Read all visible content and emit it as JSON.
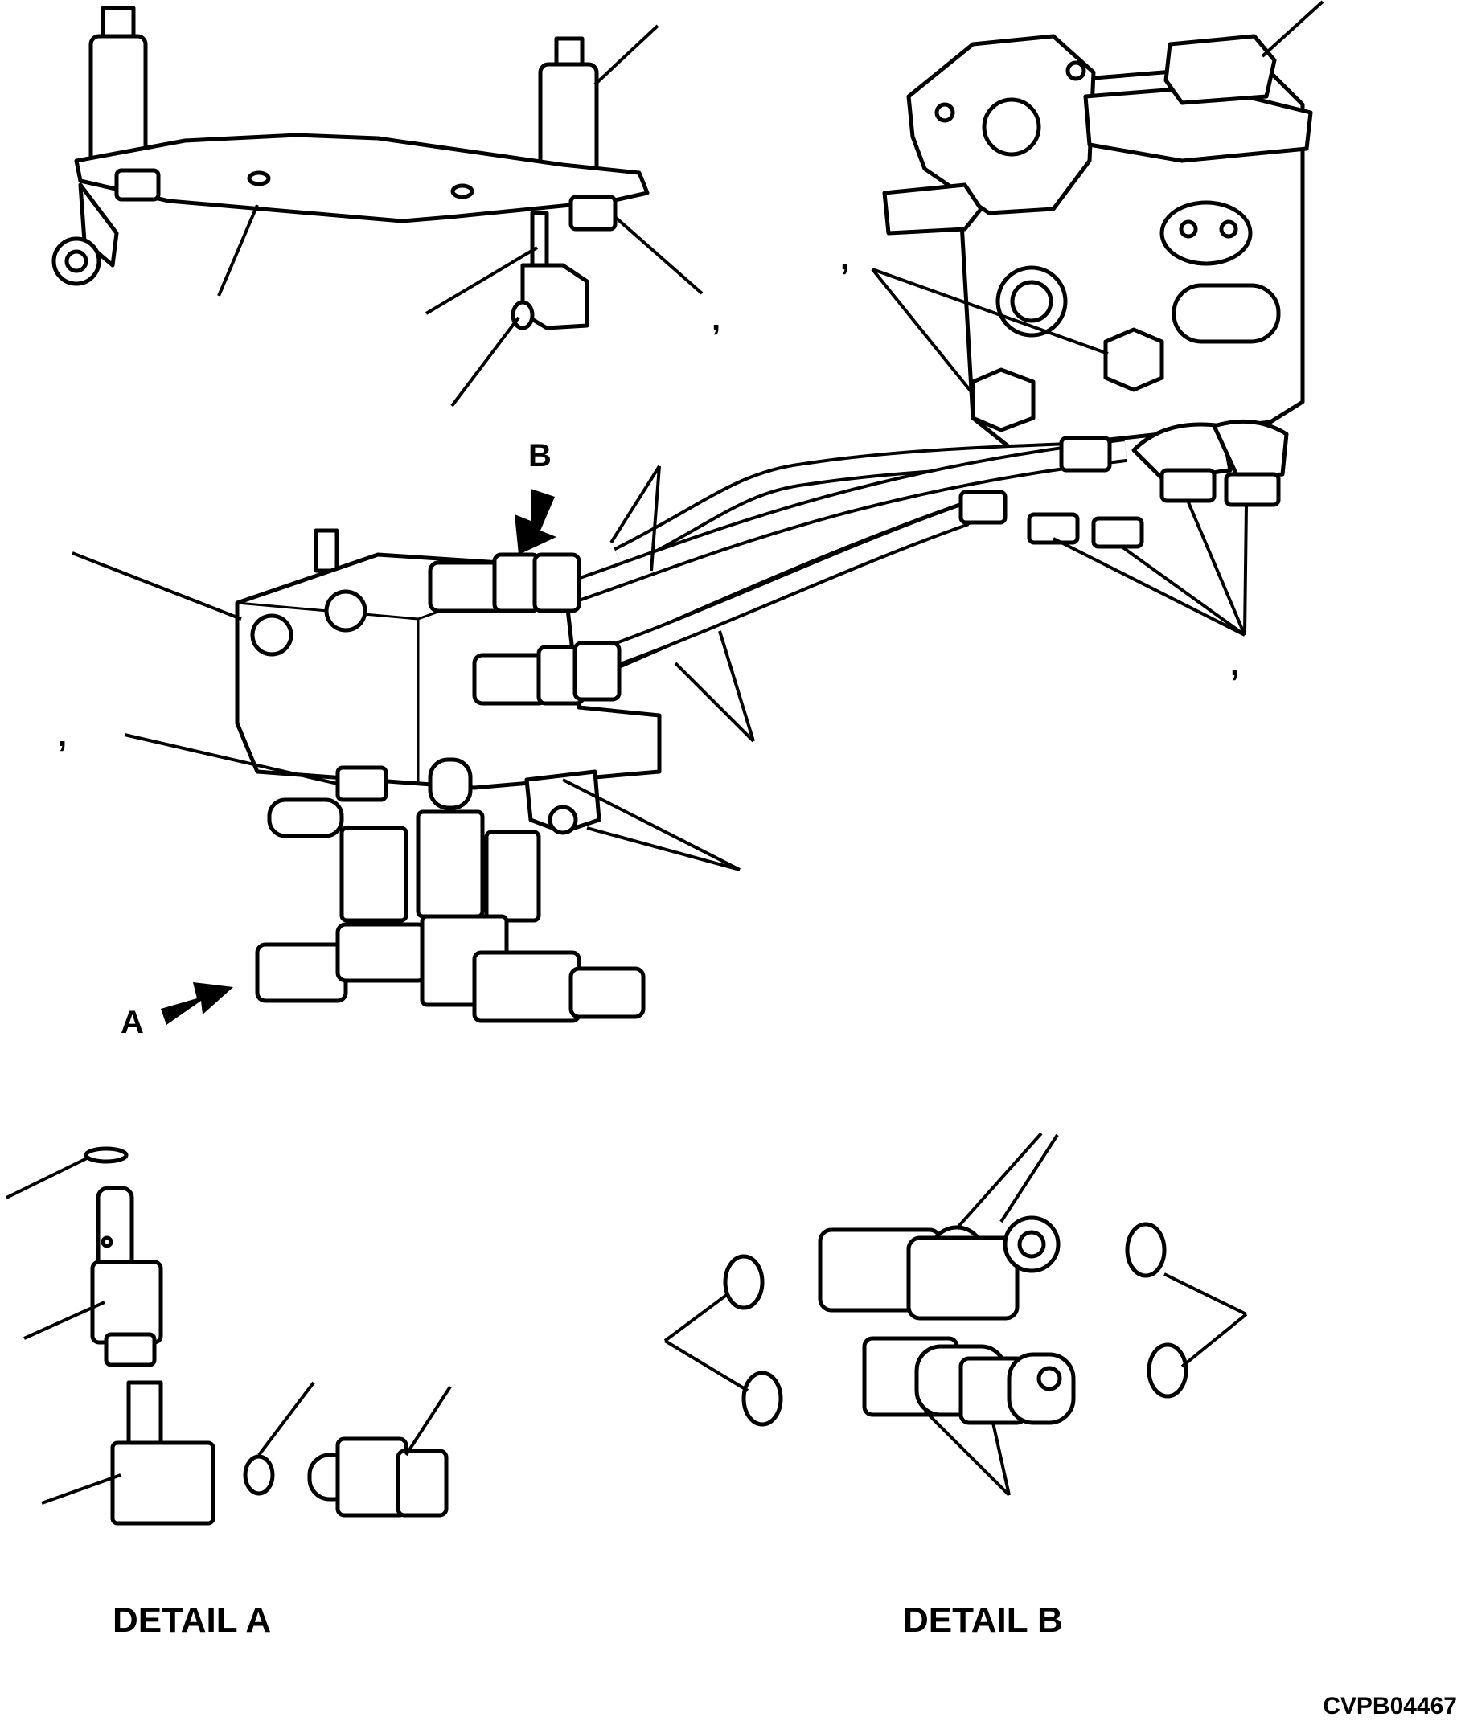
{
  "labels": {
    "arrow_a": "A",
    "arrow_b": "B",
    "detail_a": "DETAIL A",
    "detail_b": "DETAIL B",
    "figure_code": "CVPB04467",
    "separator_1": ",",
    "separator_2": ",",
    "separator_3": ",",
    "separator_4": ","
  }
}
